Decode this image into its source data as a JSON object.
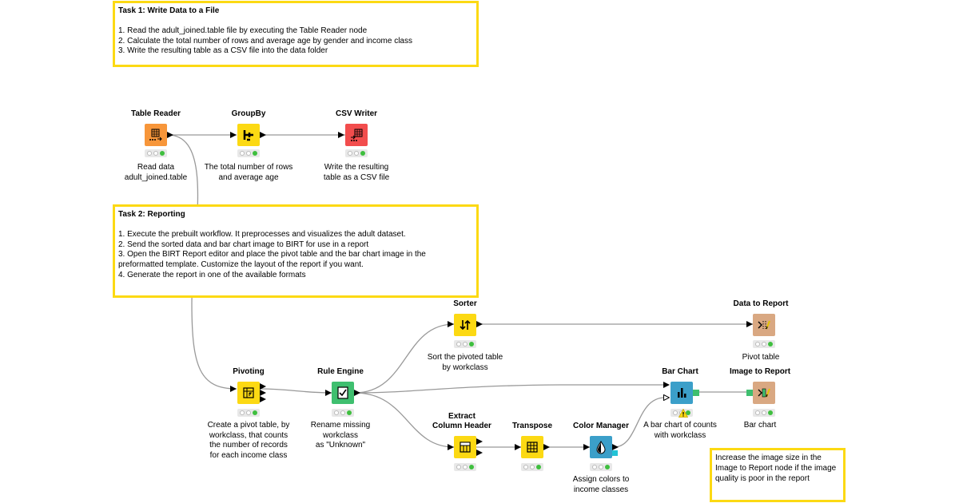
{
  "annotations": {
    "task1": {
      "title": "Task 1: Write Data to a File",
      "lines": [
        "1. Read the adult_joined.table file by executing the Table Reader node",
        "2. Calculate the total number of rows and average age by gender and income class",
        "3. Write the resulting table as a CSV file into the data folder"
      ]
    },
    "task2": {
      "title": "Task 2: Reporting",
      "lines": [
        "1. Execute the prebuilt workflow. It preprocesses and visualizes the adult dataset.",
        "2. Send the sorted data and bar chart image to BIRT for use in a report",
        "3. Open the BIRT Report editor and place the pivot table and the bar chart image in the",
        "preformatted template. Customize the layout of the report if you want.",
        "4. Generate the report in one of the available formats"
      ]
    },
    "note": {
      "lines": [
        "Increase the image size in the",
        "Image to Report node if the image",
        "quality is poor in the report"
      ]
    }
  },
  "nodes": {
    "table_reader": {
      "title": "Table Reader",
      "desc": [
        "Read data",
        "adult_joined.table"
      ],
      "color": "#f7963a"
    },
    "groupby": {
      "title": "GroupBy",
      "desc": [
        "The total number of rows",
        "and average age"
      ],
      "color": "#fcd913"
    },
    "csv_writer": {
      "title": "CSV Writer",
      "desc": [
        "Write the resulting",
        "table as a CSV file"
      ],
      "color": "#f24d4d"
    },
    "pivoting": {
      "title": "Pivoting",
      "desc": [
        "Create a pivot table, by",
        "workclass, that counts",
        "the number of records",
        "for each income class"
      ],
      "color": "#fcd913"
    },
    "rule_engine": {
      "title": "Rule Engine",
      "desc": [
        "Rename missing",
        "workclass",
        "as \"Unknown\""
      ],
      "color": "#3fbf6f"
    },
    "sorter": {
      "title": "Sorter",
      "desc": [
        "Sort the pivoted table",
        "by workclass"
      ],
      "color": "#fcd913"
    },
    "extract_column_header": {
      "title": [
        "Extract",
        "Column Header"
      ],
      "desc": [],
      "color": "#fcd913"
    },
    "transpose": {
      "title": "Transpose",
      "desc": [],
      "color": "#fcd913"
    },
    "color_manager": {
      "title": "Color Manager",
      "desc": [
        "Assign colors to",
        "income classes"
      ],
      "color": "#3b9fc9"
    },
    "bar_chart": {
      "title": "Bar Chart",
      "desc": [
        "A bar chart of counts",
        "with workclass"
      ],
      "color": "#3b9fc9"
    },
    "data_to_report": {
      "title": "Data to Report",
      "desc": [
        "Pivot table"
      ],
      "color": "#d9a882"
    },
    "image_to_report": {
      "title": "Image to Report",
      "desc": [
        "Bar chart"
      ],
      "color": "#d9a882"
    }
  },
  "colors": {
    "annotation_border": "#fcd913",
    "wire": "#999999",
    "status_green": "#3fbf3f",
    "port_table": "#000000",
    "port_image": "#3fbf6f"
  },
  "icons": {
    "table_reader": "table-reader-icon",
    "groupby": "groupby-icon",
    "csv_writer": "csv-writer-icon",
    "pivoting": "pivoting-icon",
    "rule_engine": "rule-engine-icon",
    "sorter": "sorter-icon",
    "extract_column_header": "extract-column-header-icon",
    "transpose": "transpose-icon",
    "color_manager": "color-manager-icon",
    "bar_chart": "bar-chart-icon",
    "data_to_report": "data-to-report-icon",
    "image_to_report": "image-to-report-icon",
    "warning": "warning-icon"
  }
}
